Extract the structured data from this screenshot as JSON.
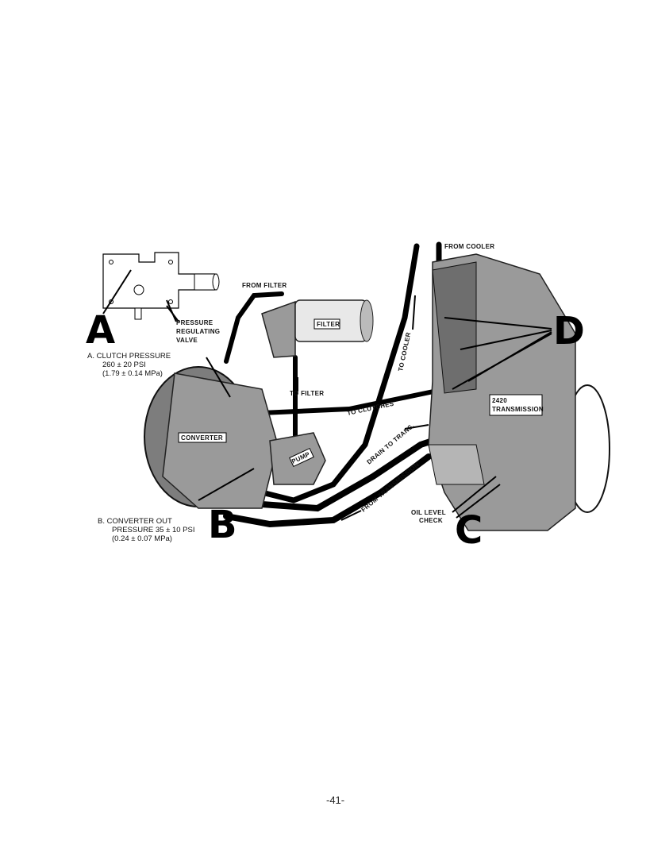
{
  "labels": {
    "from_cooler": "FROM COOLER",
    "from_filter": "FROM FILTER",
    "filter": "FILTER",
    "to_cooler": "TO COOLER",
    "to_filter": "TO FILTER",
    "to_clutches": "TO CLUTCHES",
    "drain_to_trans": "DRAIN TO TRANS.",
    "from_transmission": "FROM TRANSMISSION",
    "converter": "CONVERTER",
    "pump": "PUMP",
    "transmission_model": "2420",
    "transmission": "TRANSMISSION",
    "oil_level_1": "OIL LEVEL",
    "oil_level_2": "CHECK",
    "prv_1": "PRESSURE",
    "prv_2": "REGULATING",
    "prv_3": "VALVE"
  },
  "callouts": {
    "a": "A",
    "b": "B",
    "c": "C",
    "d": "D"
  },
  "captions": {
    "a_line1": "A.  CLUTCH PRESSURE",
    "a_line2": "260 ± 20 PSI",
    "a_line3": "(1.79 ± 0.14 MPa)",
    "b_line1": "B.  CONVERTER OUT",
    "b_line2": "PRESSURE  35 ± 10 PSI",
    "b_line3": "(0.24 ± 0.07 MPa)"
  },
  "page_number": "-41-"
}
